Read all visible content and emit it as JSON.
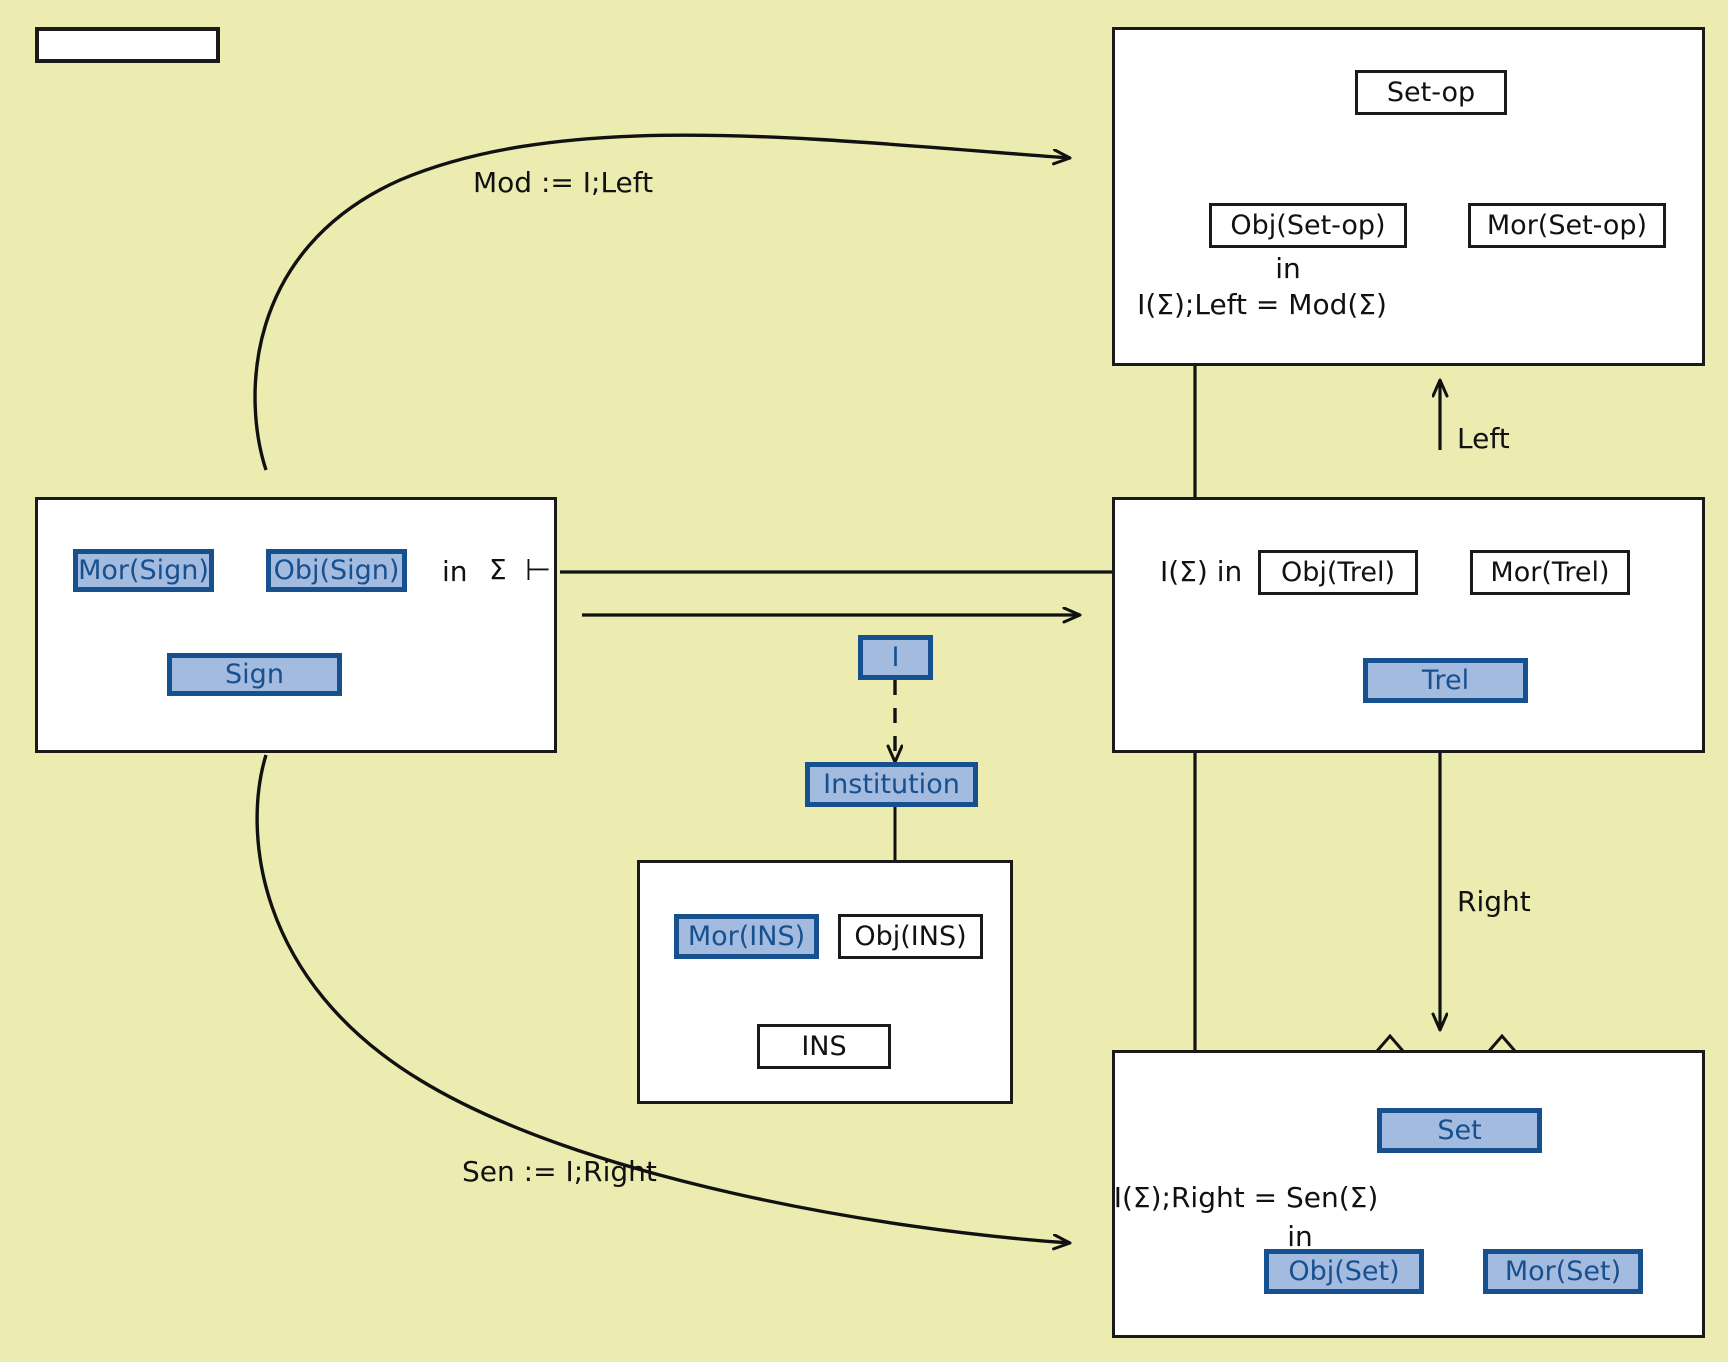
{
  "diagram": {
    "title_box": {
      "label": ""
    },
    "background_color": "#edecb0",
    "box_fill_blue": "#a3bbdf",
    "box_border_blue": "#17508f",
    "diamond_fill": "#eeedaa"
  },
  "panels": {
    "signature": {
      "name": "Sign panel",
      "boxes": [
        {
          "label": "Mor(Sign)",
          "style": "blue"
        },
        {
          "label": "Obj(Sign)",
          "style": "blue"
        },
        {
          "label": "Sign",
          "style": "blue"
        }
      ],
      "text": {
        "in": "in",
        "sigma": "Σ",
        "turnstile": "⊢"
      }
    },
    "model": {
      "name": "Mod panel",
      "boxes": [
        {
          "label": "Set-op",
          "style": "white"
        },
        {
          "label": "Obj(Set-op)",
          "style": "white"
        },
        {
          "label": "Mor(Set-op)",
          "style": "white"
        }
      ],
      "text": {
        "in": "in",
        "equation": "I(Σ);Left = Mod(Σ)"
      }
    },
    "trel": {
      "name": "Trel panel",
      "boxes": [
        {
          "label": "Obj(Trel)",
          "style": "white"
        },
        {
          "label": "Mor(Trel)",
          "style": "white"
        },
        {
          "label": "Trel",
          "style": "blue"
        }
      ],
      "text": {
        "isigma_in": "I(Σ) in"
      }
    },
    "sentence": {
      "name": "Sen panel",
      "boxes": [
        {
          "label": "Set",
          "style": "blue"
        },
        {
          "label": "Obj(Set)",
          "style": "blue"
        },
        {
          "label": "Mor(Set)",
          "style": "blue"
        }
      ],
      "text": {
        "equation": "I(Σ);Right = Sen(Σ)",
        "in": "in"
      }
    },
    "institution": {
      "name": "INS panel",
      "boxes": [
        {
          "label": "Mor(INS)",
          "style": "blue"
        },
        {
          "label": "Obj(INS)",
          "style": "white"
        },
        {
          "label": "INS",
          "style": "white"
        }
      ]
    }
  },
  "floating_boxes": [
    {
      "label": "I",
      "style": "blue"
    },
    {
      "label": "Institution",
      "style": "blue"
    }
  ],
  "edge_labels": {
    "mod": "Mod := I;Left",
    "sen": "Sen := I;Right",
    "left": "Left",
    "right": "Right"
  }
}
